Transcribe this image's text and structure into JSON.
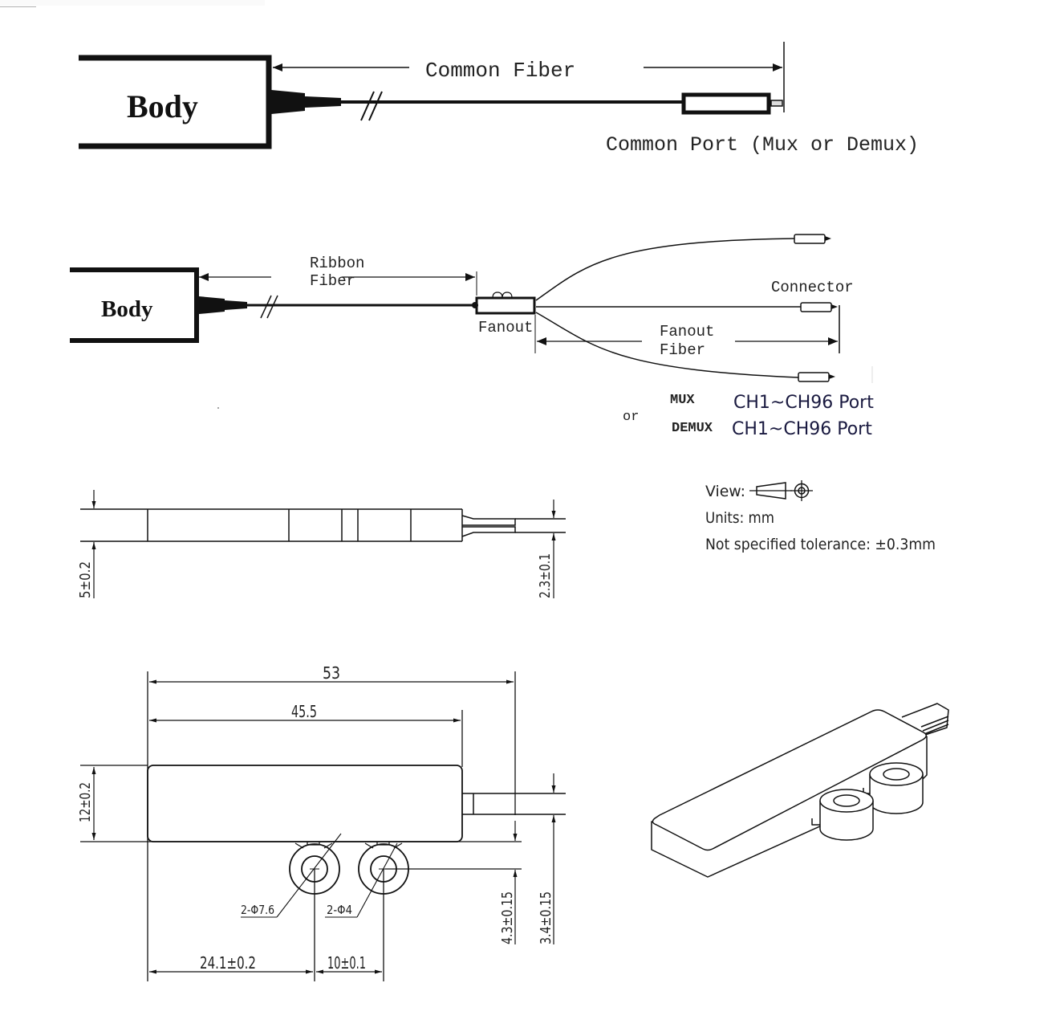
{
  "diagram1": {
    "body_label": "Body",
    "fiber_label": "Common Fiber",
    "port_label": "Common Port (Mux or Demux)"
  },
  "diagram2": {
    "body_label": "Body",
    "ribbon_label_line1": "Ribbon",
    "ribbon_label_line2": "Fiber",
    "fanout_label": "Fanout",
    "connector_label": "Connector",
    "fanout_fiber_line1": "Fanout",
    "fanout_fiber_line2": "Fiber",
    "or_label": "or",
    "mux_label": "MUX",
    "demux_label": "DEMUX",
    "mux_ports": "CH1~CH96 Port",
    "demux_ports": "CH1~CH96 Port"
  },
  "notes": {
    "view_label": "View:",
    "units": "Units: mm",
    "tolerance": "Not specified tolerance: ±0.3mm"
  },
  "side_view": {
    "thickness": "5±0.2",
    "fiber_width": "2.3±0.1"
  },
  "top_view": {
    "overall_length": "53",
    "body_length": "45.5",
    "body_width": "12±0.2",
    "outer_diameter": "2-Φ7.6",
    "hole_diameter": "2-Φ4",
    "first_hole_offset": "24.1±0.2",
    "hole_spacing": "10±0.1",
    "hole_offset_y": "4.3±0.15",
    "fiber_offset_y": "3.4±0.15"
  }
}
